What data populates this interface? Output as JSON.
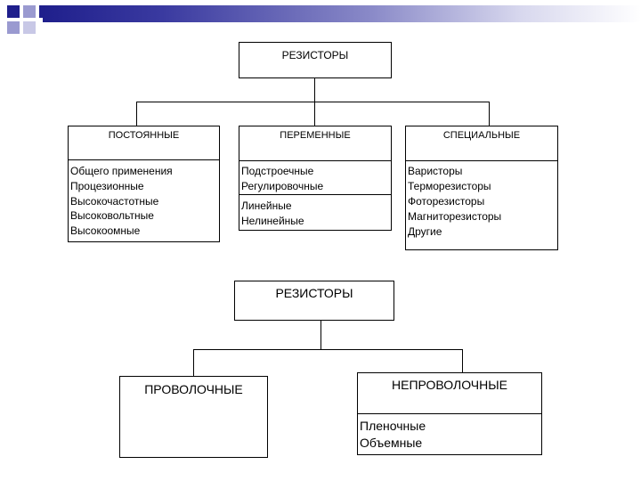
{
  "top_diagram": {
    "root": "РЕЗИСТОРЫ",
    "children": [
      {
        "title": "ПОСТОЯННЫЕ",
        "groups": [
          [
            "Общего применения",
            "Процезионные",
            "Высокочастотные",
            "Высоковольтные",
            "Высокоомные"
          ]
        ]
      },
      {
        "title": "ПЕРЕМЕННЫЕ",
        "groups": [
          [
            "Подстроечные",
            "Регулировочные"
          ],
          [
            "Линейные",
            "Нелинейные"
          ]
        ]
      },
      {
        "title": "СПЕЦИАЛЬНЫЕ",
        "groups": [
          [
            "Варисторы",
            "Терморезисторы",
            "Фоторезисторы",
            "Магниторезисторы",
            "Другие"
          ]
        ]
      }
    ]
  },
  "bottom_diagram": {
    "root": "РЕЗИСТОРЫ",
    "children": [
      {
        "title": "ПРОВОЛОЧНЫЕ",
        "groups": []
      },
      {
        "title": "НЕПРОВОЛОЧНЫЕ",
        "groups": [
          [
            "Пленочные",
            "Объемные"
          ]
        ]
      }
    ]
  }
}
